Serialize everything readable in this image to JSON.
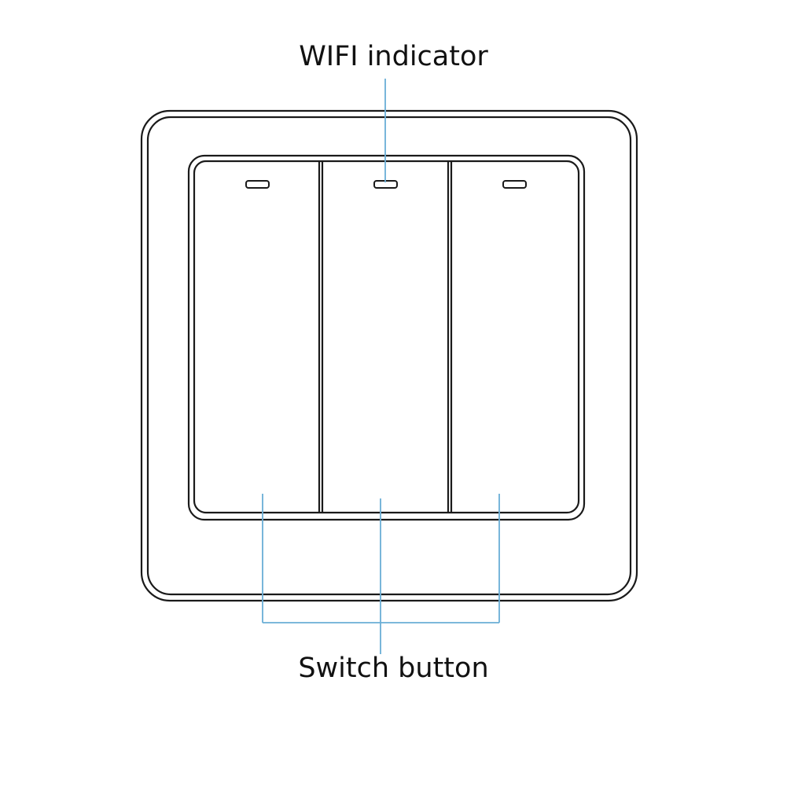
{
  "labels": {
    "wifi_indicator": "WIFI indicator",
    "switch_button": "Switch button"
  },
  "colors": {
    "outline": "#1a1a1a",
    "callout": "#6aaed6",
    "background": "#ffffff"
  },
  "switch": {
    "button_count": 3
  }
}
